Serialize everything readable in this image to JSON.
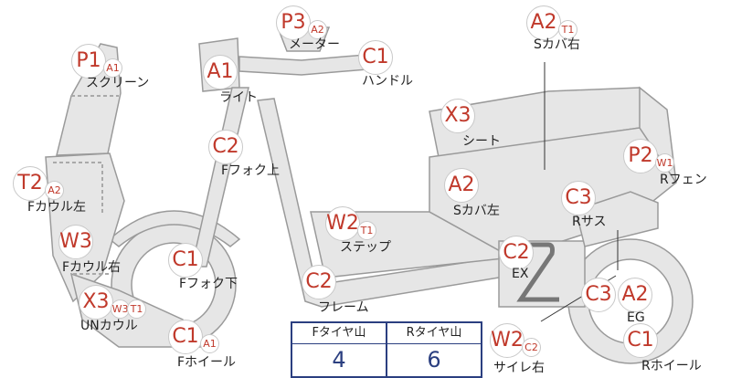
{
  "parts": [
    {
      "code": "P1",
      "sub": [
        "A1"
      ],
      "label": "スクリーン"
    },
    {
      "code": "P3",
      "sub": [
        "A2"
      ],
      "label": "メーター"
    },
    {
      "code": "A1",
      "sub": [],
      "label": "ライト"
    },
    {
      "code": "C1",
      "sub": [],
      "label": "ハンドル"
    },
    {
      "code": "A2",
      "sub": [
        "T1"
      ],
      "label": "Sカバ右"
    },
    {
      "code": "X3",
      "sub": [],
      "label": "シート"
    },
    {
      "code": "C2",
      "sub": [],
      "label": "Fフォク上"
    },
    {
      "code": "T2",
      "sub": [
        "A2"
      ],
      "label": "Fカウル左"
    },
    {
      "code": "A2",
      "sub": [],
      "label": "Sカバ左"
    },
    {
      "code": "P2",
      "sub": [
        "W1"
      ],
      "label": "Rフェン"
    },
    {
      "code": "W2",
      "sub": [
        "T1"
      ],
      "label": "ステップ"
    },
    {
      "code": "C3",
      "sub": [],
      "label": "Rサス"
    },
    {
      "code": "W3",
      "sub": [],
      "label": "Fカウル右"
    },
    {
      "code": "C1",
      "sub": [],
      "label": "Fフォク下"
    },
    {
      "code": "C2",
      "sub": [],
      "label": "EX"
    },
    {
      "code": "X3",
      "sub": [
        "W3",
        "T1"
      ],
      "label": "UNカウル"
    },
    {
      "code": "C2",
      "sub": [],
      "label": "フレーム"
    },
    {
      "code": "C3",
      "sub": [],
      "label": ""
    },
    {
      "code": "A2",
      "sub": [],
      "label": "EG"
    },
    {
      "code": "C1",
      "sub": [
        "A1"
      ],
      "label": "Fホイール"
    },
    {
      "code": "W2",
      "sub": [
        "C2"
      ],
      "label": "サイレ右"
    },
    {
      "code": "C1",
      "sub": [],
      "label": "Rホイール"
    }
  ],
  "tire_table": {
    "front_header": "Fタイヤ山",
    "front_value": "4",
    "rear_header": "Rタイヤ山",
    "rear_value": "6"
  },
  "colors": {
    "code_text": "#c0392b",
    "table_border": "#2b3f80",
    "table_value": "#2b3f80",
    "body_fill": "#e6e6e6",
    "body_stroke": "#9a9a9a"
  }
}
